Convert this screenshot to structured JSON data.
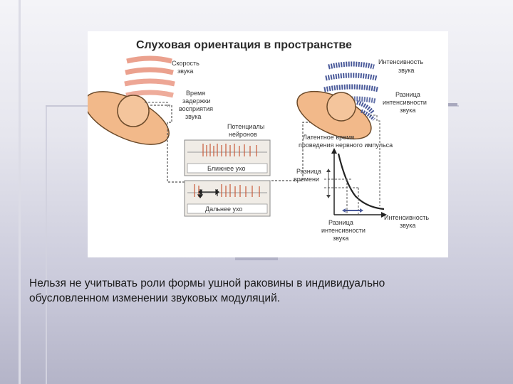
{
  "figure": {
    "title": "Слуховая ориентация в пространстве",
    "labels": {
      "speed": [
        "Скорость",
        "звука"
      ],
      "delay": [
        "Время",
        "задержки",
        "восприятия",
        "звука"
      ],
      "potentials": [
        "Потенциалы",
        "нейронов"
      ],
      "near_ear": "Ближнее ухо",
      "far_ear": "Дальнее ухо",
      "intensity": [
        "Интенсивность",
        "звука"
      ],
      "intensity_diff": [
        "Разница",
        "интенсивности",
        "звука"
      ],
      "latent_time": [
        "Латентное время",
        "проведения нервного импульса"
      ],
      "time_diff": [
        "Разница",
        "времени"
      ],
      "axis_intensity": [
        "Интенсивность",
        "звука"
      ],
      "axis_intensity_diff": [
        "Разница",
        "интенсивности",
        "звука"
      ]
    }
  },
  "caption": {
    "line1": "Нельзя  не учитывать роли формы ушной раковины в индивидуально",
    "line2": "обусловленном изменении звуковых модуляций."
  },
  "colors": {
    "wave_left": "#e8907a",
    "wave_right": "#4a5a9a",
    "head": "#f2b98a",
    "head_outline": "#6b4a2a",
    "spike": "#c85a3a",
    "curve": "#222222"
  }
}
